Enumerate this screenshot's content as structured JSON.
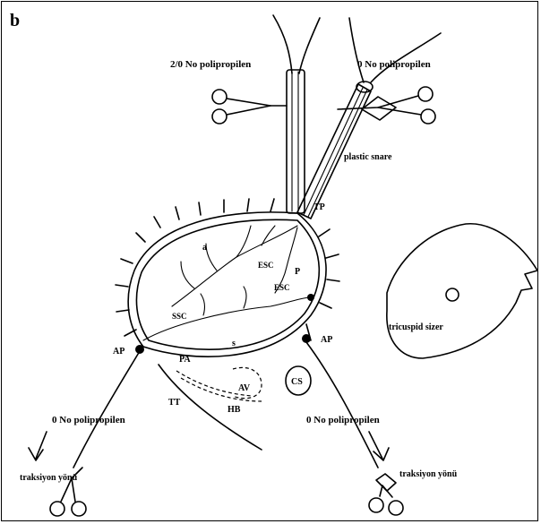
{
  "figure": {
    "panel_letter": "b",
    "labels": {
      "suture_top_left": "2/0 No polipropilen",
      "suture_top_right": "0 No polipropilen",
      "plastic_snare": "plastic snare",
      "tp": "TP",
      "tricuspid_sizer": "tricuspid sizer",
      "ap_left": "AP",
      "ap_right": "AP",
      "pa": "PA",
      "av": "AV",
      "hb": "HB",
      "tt": "TT",
      "cs": "CS",
      "suture_bottom_left": "0 No polipropilen",
      "suture_bottom_right": "0 No polipropilen",
      "traction_left": "traksiyon yönü",
      "traction_right": "traksiyon yönü",
      "leaflet_a": "a",
      "leaflet_s": "s",
      "leaflet_p": "P",
      "chord_label_1": "ESC",
      "chord_label_2": "ESC",
      "chord_label_3": "SSC"
    }
  }
}
